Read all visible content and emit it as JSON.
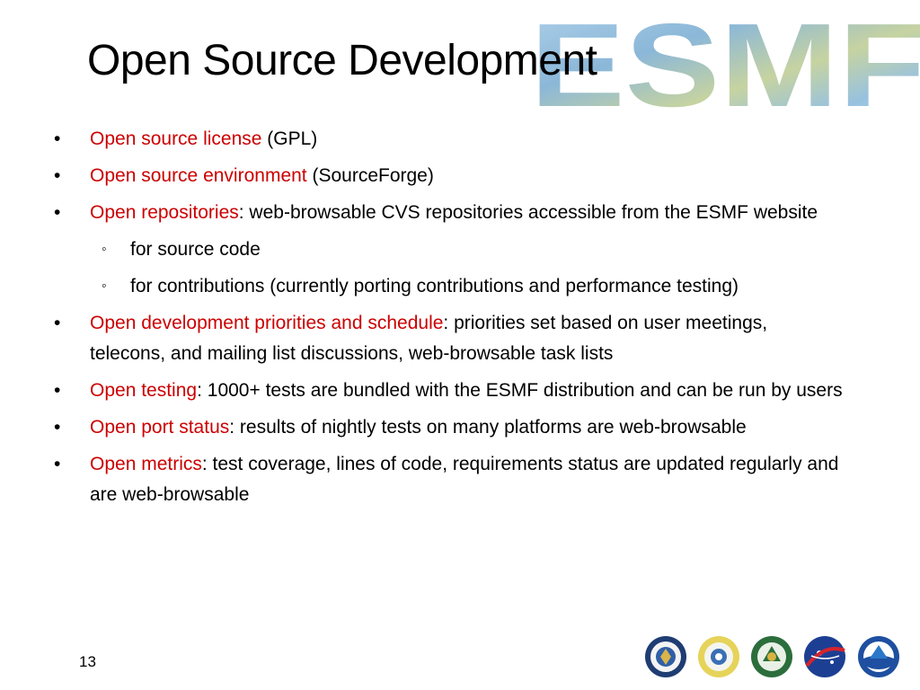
{
  "logo": {
    "text": "ESMF"
  },
  "slide": {
    "title": "Open Source Development",
    "page_number": "13"
  },
  "bullets": [
    {
      "level": 1,
      "highlight": "Open source license",
      "rest": " (GPL)"
    },
    {
      "level": 1,
      "highlight": "Open source environment",
      "rest": " (SourceForge)"
    },
    {
      "level": 1,
      "highlight": "Open repositories",
      "rest": ": web-browsable CVS repositories accessible from the ESMF website"
    },
    {
      "level": 2,
      "highlight": "",
      "rest": "for source code"
    },
    {
      "level": 2,
      "highlight": "",
      "rest": "for contributions (currently porting contributions and performance testing)"
    },
    {
      "level": 1,
      "highlight": "Open development priorities and schedule",
      "rest": ": priorities set based on user meetings, telecons, and mailing list discussions, web-browsable task lists"
    },
    {
      "level": 1,
      "highlight": "Open testing",
      "rest": ": 1000+ tests are bundled with the ESMF distribution and can be run by users"
    },
    {
      "level": 1,
      "highlight": "Open port status",
      "rest": ": results of nightly tests on many platforms are web-browsable"
    },
    {
      "level": 1,
      "highlight": "Open metrics",
      "rest": ": test coverage, lines of code, requirements status are updated regularly and are web-browsable"
    }
  ],
  "bullet_glyphs": {
    "level1": "•",
    "level2": "◦"
  },
  "agency_seals": [
    "dod-seal-icon",
    "nsf-seal-icon",
    "doe-seal-icon",
    "nasa-seal-icon",
    "noaa-seal-icon"
  ],
  "colors": {
    "highlight": "#cc0000",
    "logo_blue": "#6fa6cf"
  }
}
